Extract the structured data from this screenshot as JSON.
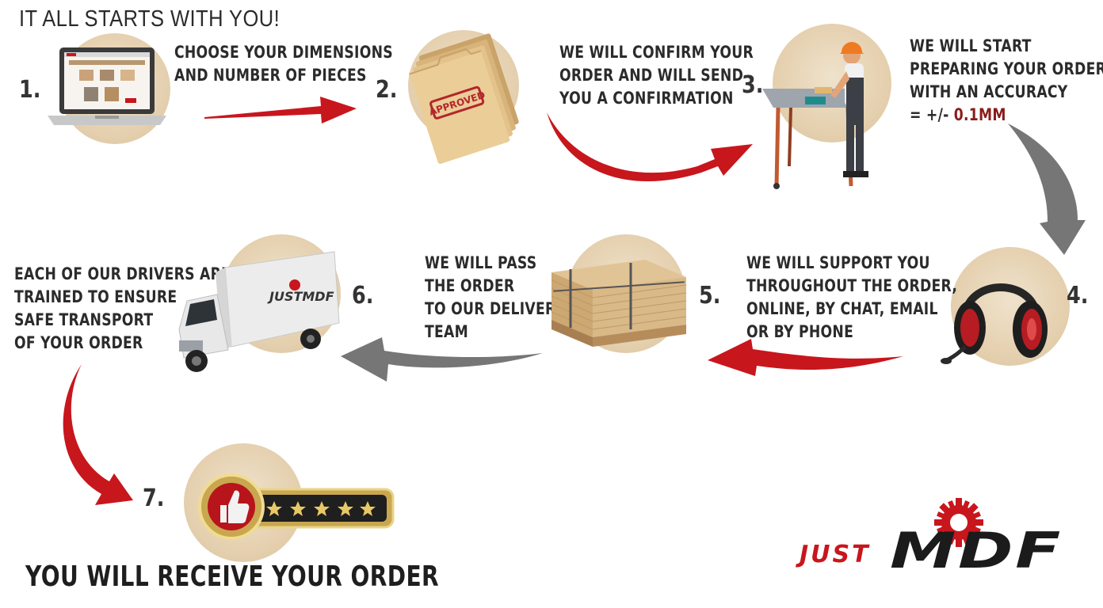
{
  "header": {
    "title": "IT ALL STARTS WITH YOU!"
  },
  "steps": [
    {
      "number": "1.",
      "lines": [
        "CHOOSE YOUR DIMENSIONS",
        "AND NUMBER OF PIECES"
      ]
    },
    {
      "number": "2.",
      "lines": [
        "WE WILL CONFIRM YOUR",
        "ORDER AND WILL SEND",
        "YOU A CONFIRMATION"
      ],
      "stamp": "APPROVED"
    },
    {
      "number": "3.",
      "lines": [
        "WE WILL START",
        "PREPARING YOUR ORDER",
        "WITH AN ACCURACY"
      ],
      "accuracy_prefix": "= +/- ",
      "accuracy_value": "0.1MM"
    },
    {
      "number": "4.",
      "lines": [
        "WE WILL SUPPORT YOU",
        "THROUGHOUT THE ORDER,",
        "ONLINE, BY CHAT, EMAIL",
        "OR BY PHONE"
      ]
    },
    {
      "number": "5.",
      "lines": [
        "WE WILL PASS",
        "THE ORDER",
        "TO OUR DELIVERY",
        "TEAM"
      ]
    },
    {
      "number": "6.",
      "lines": [
        "EACH OF OUR DRIVERS ARE",
        "TRAINED TO ENSURE",
        "SAFE TRANSPORT",
        "OF YOUR ORDER"
      ],
      "van_logo": "JUSTMDF"
    },
    {
      "number": "7."
    }
  ],
  "footer": {
    "final_text": "YOU WILL RECEIVE YOUR ORDER"
  },
  "logo": {
    "just": "JUST",
    "mdf": "MDF"
  },
  "colors": {
    "red": "#c8161d",
    "grey": "#6f6f6f",
    "dark_text": "#2b2b2b",
    "disc": "#e6d2b2"
  },
  "icons": [
    "laptop-icon",
    "approved-folders-icon",
    "table-saw-worker-icon",
    "headset-icon",
    "pallet-boards-icon",
    "delivery-van-icon",
    "thumbs-up-rating-icon",
    "gear-icon"
  ]
}
